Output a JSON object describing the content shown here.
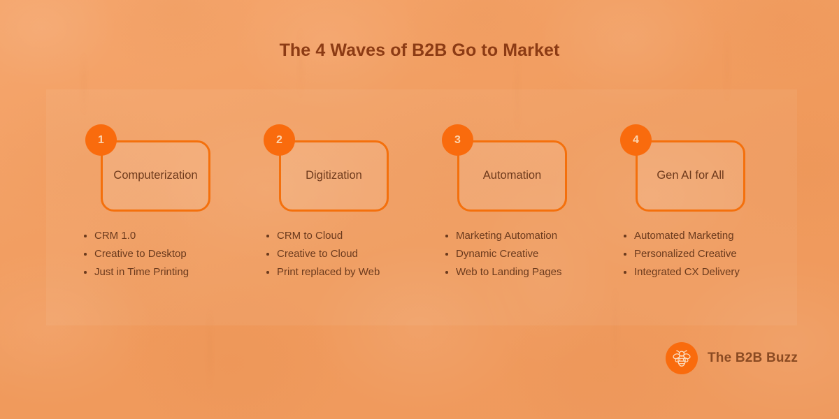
{
  "header": {
    "title": "The 4 Waves of B2B Go to Market"
  },
  "colors": {
    "background": "#f2a167",
    "accent": "#f4700c",
    "badge_fill": "#f96b0d",
    "badge_text": "#fbd3ae",
    "title_text": "#8c3b14",
    "body_text": "#6b3a1d",
    "panel_overlay": "rgba(255,255,255,0.055)"
  },
  "waves": [
    {
      "number": "1",
      "title": "Computerization",
      "bullets": [
        "CRM 1.0",
        "Creative to Desktop",
        "Just in Time Printing"
      ]
    },
    {
      "number": "2",
      "title": "Digitization",
      "bullets": [
        "CRM to Cloud",
        "Creative to Cloud",
        "Print replaced by Web"
      ]
    },
    {
      "number": "3",
      "title": "Automation",
      "bullets": [
        "Marketing Automation",
        "Dynamic Creative",
        "Web to Landing Pages"
      ]
    },
    {
      "number": "4",
      "title": "Gen AI for All",
      "bullets": [
        "Automated Marketing",
        "Personalized Creative",
        "Integrated CX Delivery"
      ]
    }
  ],
  "brand": {
    "name": "The B2B Buzz",
    "icon": "bee-icon"
  }
}
